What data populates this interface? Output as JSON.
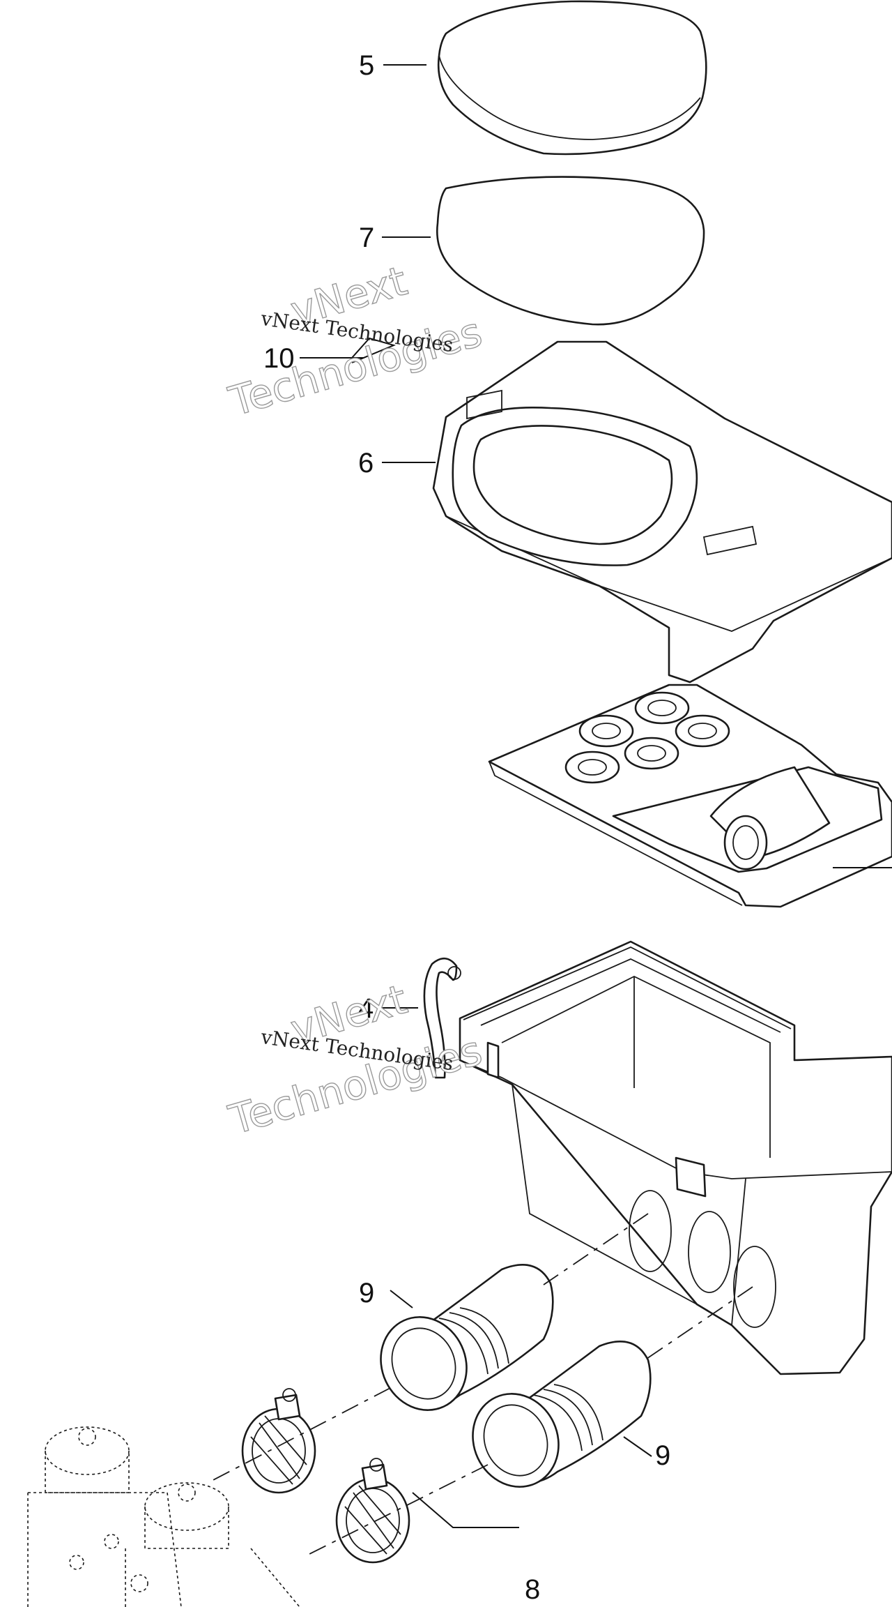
{
  "callouts": {
    "c5": "5",
    "c7": "7",
    "c10": "10",
    "c6": "6",
    "c4": "4",
    "c9a": "9",
    "c9b": "9",
    "c8": "8"
  },
  "watermark": {
    "line1": "vNext",
    "line2": "Technologies",
    "caption": "vNext Technologies"
  }
}
